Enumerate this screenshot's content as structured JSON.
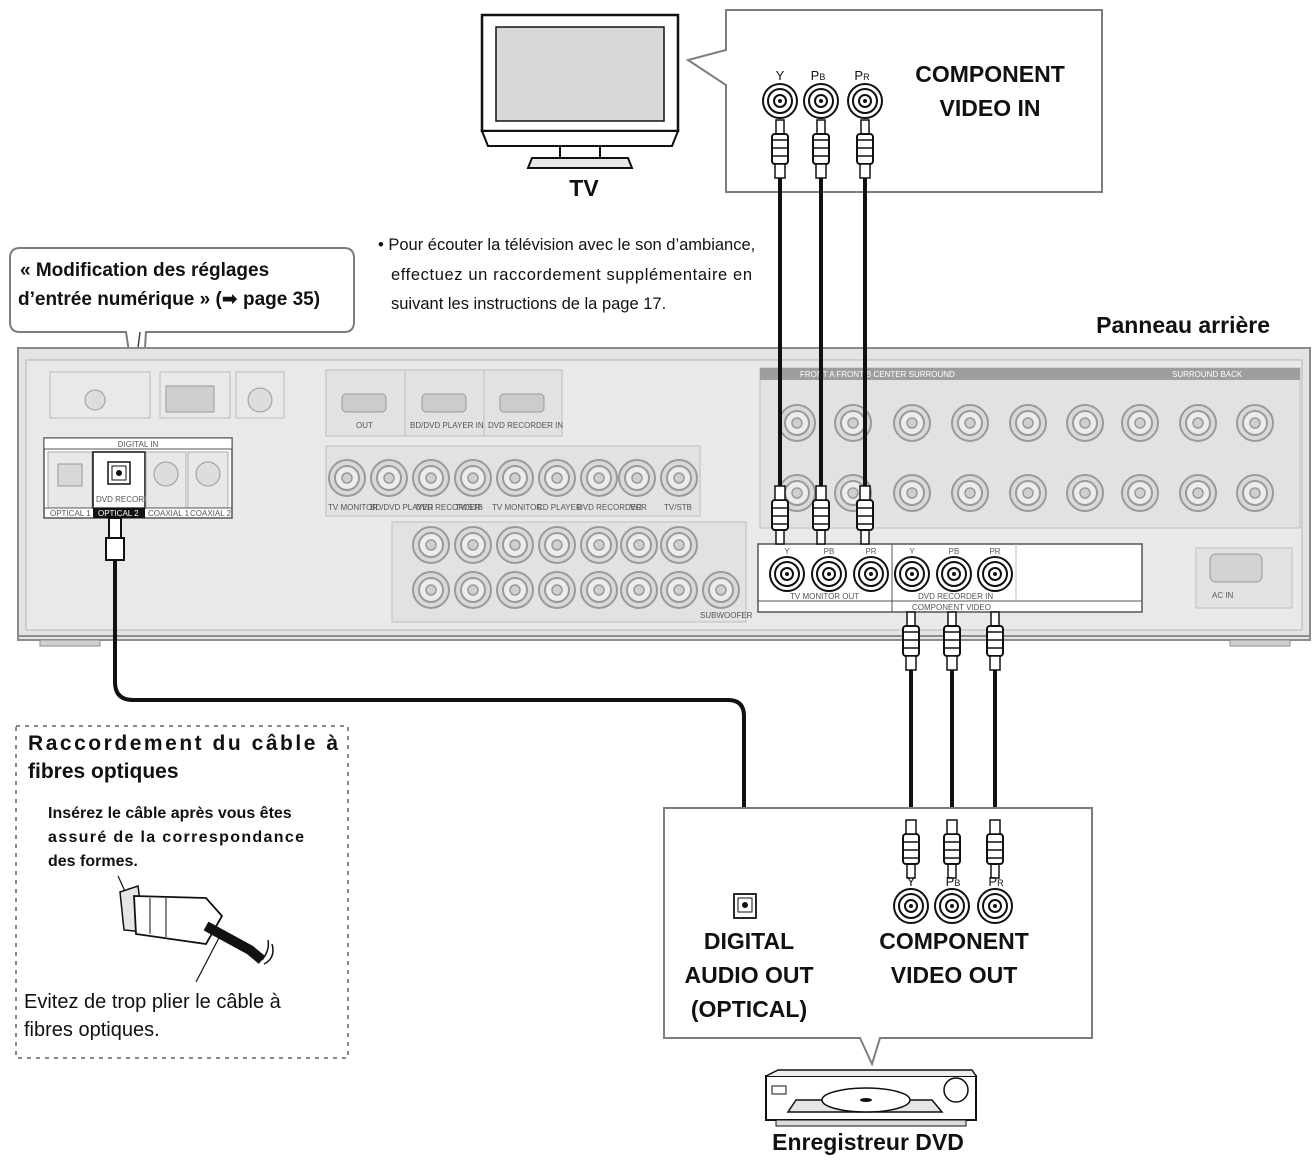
{
  "tv": {
    "label": "TV",
    "box_title_line1": "COMPONENT",
    "box_title_line2": "VIDEO IN",
    "jacks": [
      "Y",
      "P",
      "P"
    ],
    "jack_subs": [
      "",
      "B",
      "R"
    ]
  },
  "note": {
    "line1": "• Pour écouter la télévision avec le son d’ambiance,",
    "line2": "effectuez un raccordement supplémentaire en",
    "line3": "suivant les instructions de la page 17."
  },
  "callout": {
    "line1": "« Modification des réglages",
    "line2": "d’entrée numérique » (➡ page 35)"
  },
  "rear_panel": {
    "label": "Panneau arrière",
    "digital_in": "DIGITAL IN",
    "optical1": "OPTICAL 1",
    "optical2": "OPTICAL 2",
    "coaxial1": "COAXIAL 1",
    "coaxial2": "COAXIAL 2",
    "dvd_recorder_tag": "DVD RECORDER",
    "hdmi_out": "OUT",
    "hdmi_in1": "BD/DVD PLAYER IN",
    "hdmi_in2": "DVD RECORDER IN",
    "cv_tv_monitor_out": "TV MONITOR OUT",
    "cv_dvd_recorder_in": "DVD RECORDER IN",
    "cv_component_video": "COMPONENT VIDEO",
    "cv_y": "Y",
    "cv_pb": "PB",
    "cv_pr": "PR",
    "speakers": "FRONT A  FRONT B  CENTER  SURROUND",
    "surround_back": "SURROUND BACK",
    "ac_in": "AC IN",
    "subwoofer": "SUBWOOFER",
    "video_labels": [
      "TV MONITOR",
      "BD/DVD PLAYER",
      "DVD RECORDER",
      "TV/STB",
      "TV MONITOR",
      "CD PLAYER",
      "DVD RECORDER",
      "VCR",
      "TV/STB"
    ]
  },
  "optical_box": {
    "title_line1": "Raccordement du câble à",
    "title_line2": "fibres optiques",
    "instr_line1": "Insérez le câble après vous êtes",
    "instr_line2": "assuré de la correspondance",
    "instr_line3": "des formes.",
    "warn_line1": "Evitez de trop plier le câble à",
    "warn_line2": "fibres optiques."
  },
  "dvd": {
    "label": "Enregistreur DVD",
    "digital_line1": "DIGITAL",
    "digital_line2": "AUDIO OUT",
    "digital_line3": "(OPTICAL)",
    "comp_line1": "COMPONENT",
    "comp_line2": "VIDEO OUT",
    "jacks": [
      "Y",
      "P",
      "P"
    ],
    "jack_subs": [
      "",
      "B",
      "R"
    ]
  }
}
